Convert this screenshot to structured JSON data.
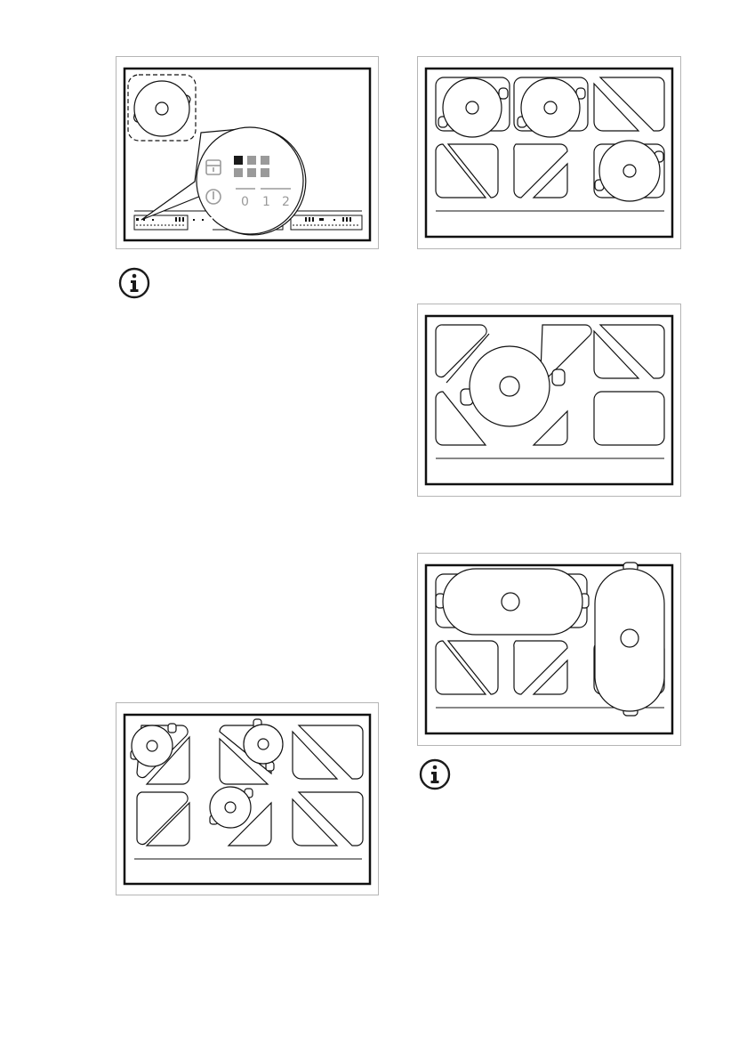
{
  "zoom_panel": {
    "levels": [
      "0",
      "1",
      "2"
    ]
  },
  "figures": [
    {
      "name": "figure-pan-on-zone-with-zoom"
    },
    {
      "name": "figure-two-pans-top-one-right"
    },
    {
      "name": "figure-large-pan-center"
    },
    {
      "name": "figure-oval-and-tall-pans"
    },
    {
      "name": "figure-three-pans-scattered"
    }
  ],
  "icons": [
    "info-icon",
    "info-icon"
  ]
}
